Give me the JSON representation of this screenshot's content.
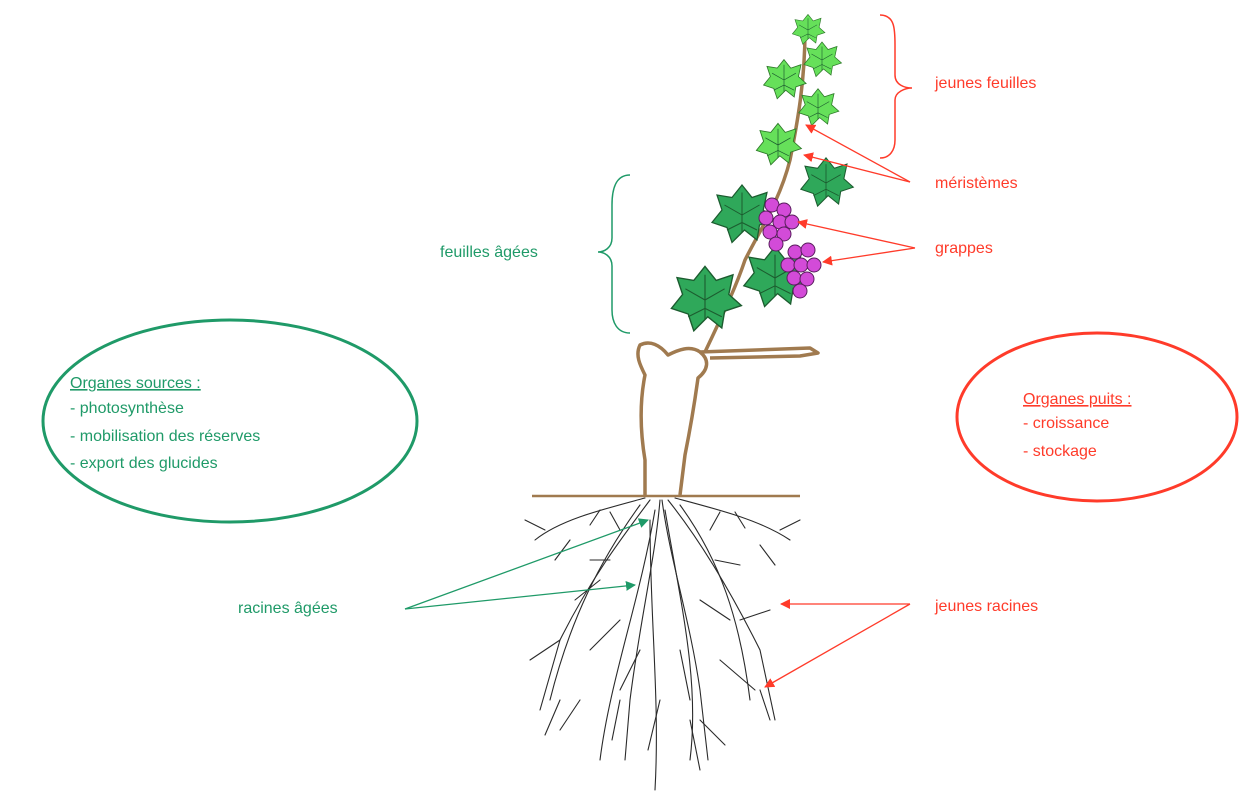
{
  "colors": {
    "source": "#1f9a68",
    "sink": "#ff3b2a",
    "trunk": "#a07a4f",
    "leaf": "#2fa85a",
    "young_leaf": "#66e05a",
    "grape": "#d34bd8",
    "root": "#2a2a2a"
  },
  "labels": {
    "young_leaves": "jeunes feuilles",
    "meristems": "méristèmes",
    "grapes": "grappes",
    "old_leaves": "feuilles âgées",
    "old_roots": "racines âgées",
    "young_roots": "jeunes racines"
  },
  "source_box": {
    "title": "Organes sources :",
    "items": [
      "- photosynthèse",
      "- mobilisation des réserves",
      "- export des glucides"
    ]
  },
  "sink_box": {
    "title": "Organes puits :",
    "items": [
      "- croissance",
      "- stockage"
    ]
  },
  "icons": [
    "vine-plant-icon",
    "grape-cluster-icon",
    "leaf-icon",
    "root-system-icon"
  ]
}
